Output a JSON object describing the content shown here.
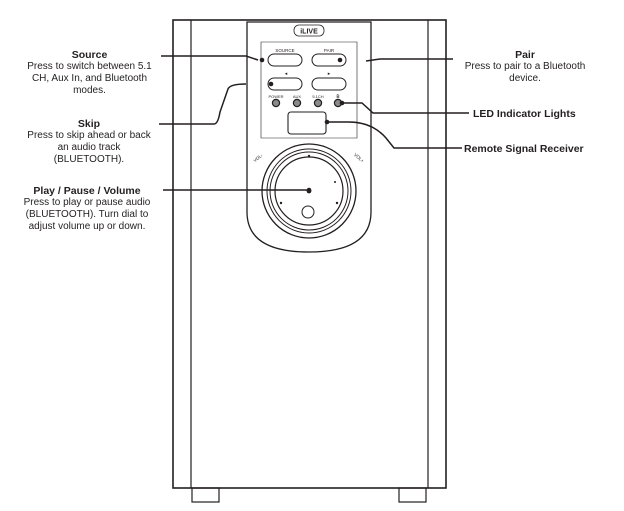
{
  "brand": "iLIVE",
  "panel": {
    "source_btn": "SOURCE",
    "pair_btn": "PAIR",
    "prev_glyph": "◂",
    "next_glyph": "▸",
    "led_labels": [
      "POWER",
      "AUX",
      "5.1CH",
      "ʙ"
    ],
    "vol_minus": "VOL-",
    "vol_plus": "VOL+"
  },
  "callouts": {
    "source": {
      "title": "Source",
      "desc": "Press to switch between 5.1 CH, Aux In, and Bluetooth modes."
    },
    "skip": {
      "title": "Skip",
      "desc": "Press to skip ahead or back an audio track (BLUETOOTH)."
    },
    "play": {
      "title": "Play / Pause / Volume",
      "desc": "Press to play or pause audio (BLUETOOTH). Turn dial to adjust volume up or down."
    },
    "pair": {
      "title": "Pair",
      "desc": "Press to pair to a Bluetooth device."
    },
    "led": {
      "title": "LED Indicator Lights"
    },
    "remote": {
      "title": "Remote Signal Receiver"
    }
  },
  "colors": {
    "line": "#231f20",
    "led_fill": "#8a8a8a"
  }
}
